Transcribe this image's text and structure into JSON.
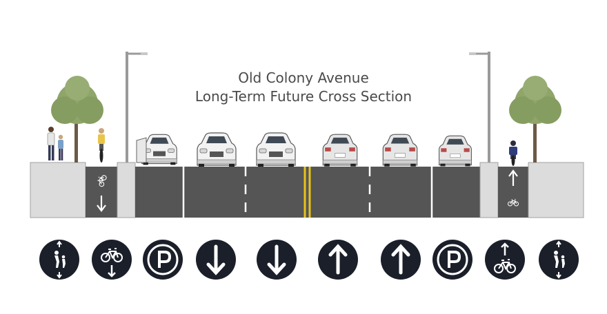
{
  "title": {
    "line1": "Old Colony Avenue",
    "line2": "Long-Term Future Cross Section"
  },
  "colors": {
    "road": "#555555",
    "sidewalk": "#dcdcdc",
    "center_line": "#e8c31a",
    "lane_marking": "#ffffff",
    "icon_circle": "#1b1f2a",
    "tree_foliage": "#8fa56a",
    "pole": "#9a9a9a"
  },
  "segments": [
    {
      "id": "sidewalk-left",
      "kind": "sidewalk"
    },
    {
      "id": "bike-lane-left",
      "kind": "bike-lane",
      "direction": "down"
    },
    {
      "id": "buffer-left",
      "kind": "buffer"
    },
    {
      "id": "parking-left",
      "kind": "parking"
    },
    {
      "id": "travel-lane-1",
      "kind": "travel-lane",
      "direction": "down"
    },
    {
      "id": "travel-lane-2",
      "kind": "travel-lane",
      "direction": "down"
    },
    {
      "id": "travel-lane-3",
      "kind": "travel-lane",
      "direction": "up"
    },
    {
      "id": "travel-lane-4",
      "kind": "travel-lane",
      "direction": "up"
    },
    {
      "id": "parking-right",
      "kind": "parking"
    },
    {
      "id": "buffer-right",
      "kind": "buffer"
    },
    {
      "id": "bike-lane-right",
      "kind": "bike-lane",
      "direction": "up"
    },
    {
      "id": "sidewalk-right",
      "kind": "sidewalk"
    }
  ],
  "legend_icons": [
    {
      "name": "pedestrian-two-way-icon"
    },
    {
      "name": "bike-down-icon"
    },
    {
      "name": "parking-icon"
    },
    {
      "name": "arrow-down-icon"
    },
    {
      "name": "arrow-down-icon"
    },
    {
      "name": "arrow-up-icon"
    },
    {
      "name": "arrow-up-icon"
    },
    {
      "name": "parking-icon"
    },
    {
      "name": "bike-up-icon"
    },
    {
      "name": "pedestrian-two-way-icon"
    }
  ]
}
